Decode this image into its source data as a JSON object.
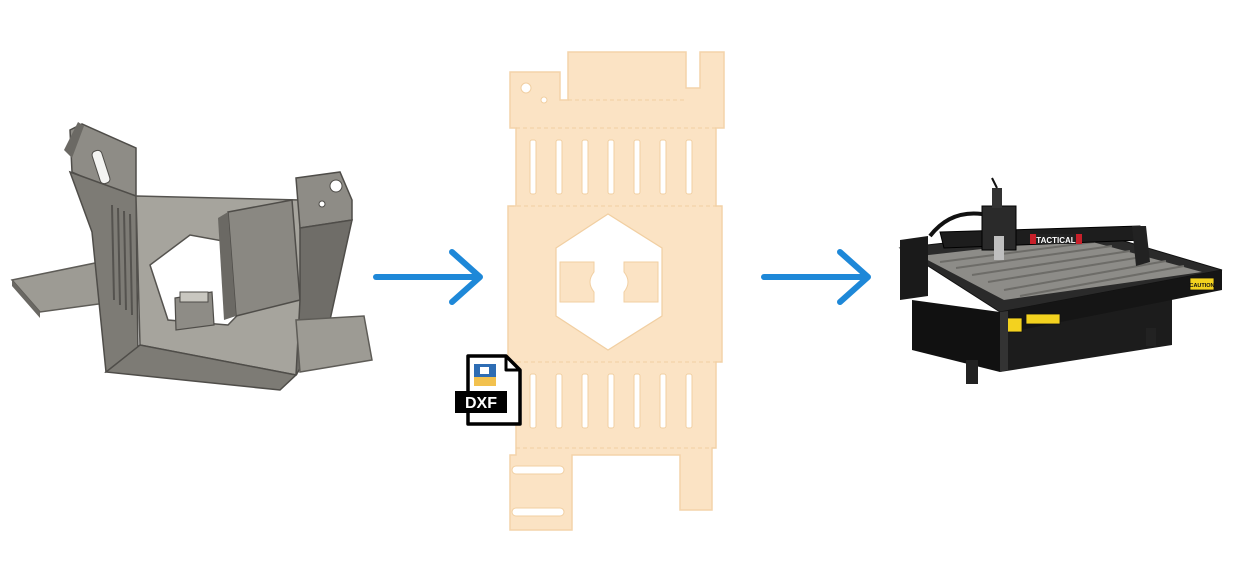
{
  "file_icon": {
    "label": "DXF",
    "icon": "dxf-file-icon"
  },
  "machine": {
    "brand_label": "TACTICAL",
    "warning_label": "CAUTION",
    "icon": "cnc-plasma-table"
  },
  "colors": {
    "flat_pattern": "#fbe3c4",
    "flat_pattern_edge": "#f6d5ad",
    "arrow": "#1e88d8",
    "metal_light": "#a9a79f",
    "metal_dark": "#5e5c57",
    "machine_body": "#1b1b1b",
    "machine_bed": "#8d8c88",
    "warning_yellow": "#f3d21f",
    "brand_red": "#c8202a"
  }
}
